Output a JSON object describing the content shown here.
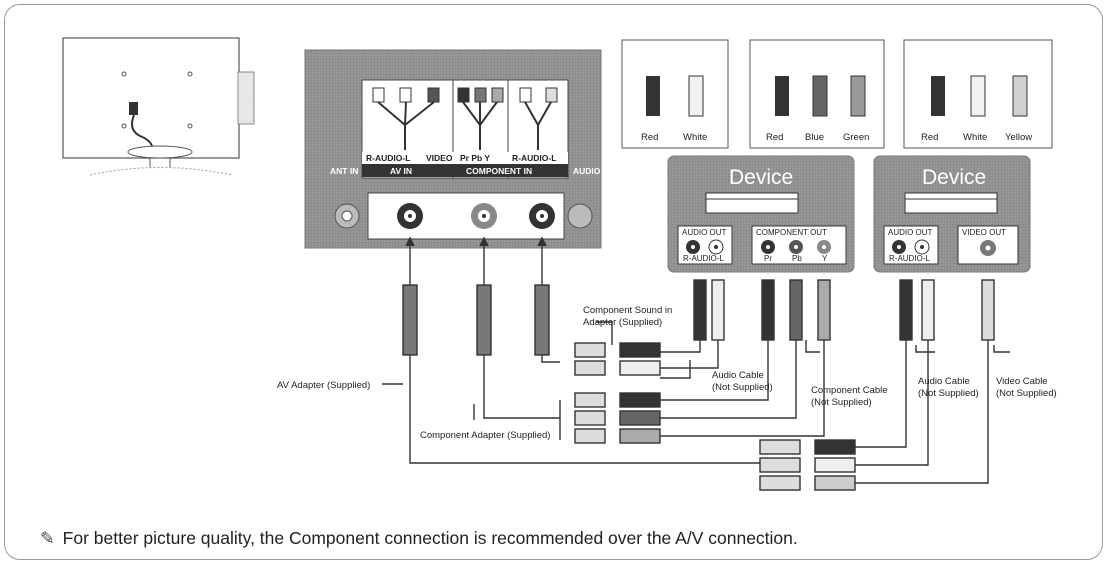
{
  "panel": {
    "av_in_audio": "R-AUDIO-L",
    "av_in_video": "VIDEO",
    "av_in_label": "AV IN",
    "component_prpby": "Pr Pb Y",
    "component_audio": "R-AUDIO-L",
    "component_in_label": "COMPONENT IN",
    "ant_in_label": "ANT IN",
    "audio_out_edge": "AUDIO OUT"
  },
  "color_guides": [
    {
      "name": "guide-red-white",
      "labels": [
        "Red",
        "White"
      ]
    },
    {
      "name": "guide-red-blue-green",
      "labels": [
        "Red",
        "Blue",
        "Green"
      ]
    },
    {
      "name": "guide-red-white-yellow",
      "labels": [
        "Red",
        "White",
        "Yellow"
      ]
    }
  ],
  "devices": [
    {
      "title": "Device",
      "left_port": "AUDIO OUT",
      "left_sub": "R-AUDIO-L",
      "right_port": "COMPONENT OUT",
      "right_sub": [
        "Pr",
        "Pb",
        "Y"
      ]
    },
    {
      "title": "Device",
      "left_port": "AUDIO OUT",
      "left_sub": "R-AUDIO-L",
      "right_port": "VIDEO OUT",
      "right_sub": []
    }
  ],
  "labels": {
    "av_adapter": "AV Adapter (Supplied)",
    "component_adapter": "Component Adapter (Supplied)",
    "component_sound_line1": "Component Sound in",
    "component_sound_line2": "Adapter (Supplied)",
    "audio_cable1_line1": "Audio Cable",
    "audio_cable1_line2": "(Not Supplied)",
    "component_cable_line1": "Component Cable",
    "component_cable_line2": "(Not Supplied)",
    "audio_cable2_line1": "Audio Cable",
    "audio_cable2_line2": "(Not Supplied)",
    "video_cable_line1": "Video Cable",
    "video_cable_line2": "(Not Supplied)"
  },
  "note": "For better picture quality, the Component connection is recommended over the A/V connection.",
  "colors": {
    "red_plug": "#2a2a2a",
    "white_plug": "#f2f2f2",
    "blue_plug": "#5a5a5a",
    "green_plug": "#8a8a8a",
    "yellow_plug": "#c8c8c8",
    "device_panel": "#8f8f8f"
  }
}
